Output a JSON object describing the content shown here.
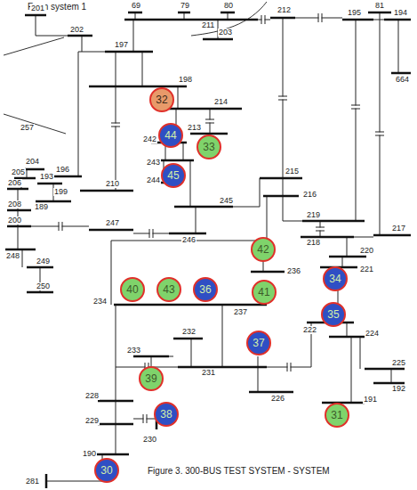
{
  "diagram": {
    "caption": "Figure 3. 300-BUS TEST SYSTEM - SYSTEM",
    "nodes": [
      {
        "text": [
          "32"
        ]
      },
      {
        "text": [
          "44"
        ]
      },
      {
        "text": [
          "33"
        ]
      },
      {
        "text": [
          "45"
        ]
      },
      {
        "text": [
          "42"
        ]
      },
      {
        "text": [
          "34"
        ]
      },
      {
        "text": [
          "40"
        ]
      },
      {
        "text": [
          "43"
        ]
      },
      {
        "text": [
          "36"
        ]
      },
      {
        "text": [
          "41"
        ]
      },
      {
        "text": [
          "35"
        ]
      },
      {
        "text": [
          "37"
        ]
      },
      {
        "text": [
          "39"
        ]
      },
      {
        "text": [
          "38"
        ]
      },
      {
        "text": [
          "31"
        ]
      },
      {
        "text": [
          "30"
        ]
      }
    ],
    "labels": [
      "From system 1",
      "201",
      "202",
      "69",
      "79",
      "80",
      "211",
      "203",
      "197",
      "198",
      "212",
      "195",
      "81",
      "194",
      "664",
      "257",
      "204",
      "205",
      "193",
      "196",
      "206",
      "189",
      "199",
      "208",
      "210",
      "200",
      "247",
      "248",
      "249",
      "250",
      "214",
      "213",
      "242",
      "243",
      "244",
      "215",
      "216",
      "245",
      "246",
      "219",
      "218",
      "217",
      "220",
      "221",
      "237",
      "234",
      "236",
      "233",
      "232",
      "231",
      "222",
      "224",
      "225",
      "192",
      "191",
      "226",
      "228",
      "229",
      "230",
      "190",
      "281"
    ]
  }
}
